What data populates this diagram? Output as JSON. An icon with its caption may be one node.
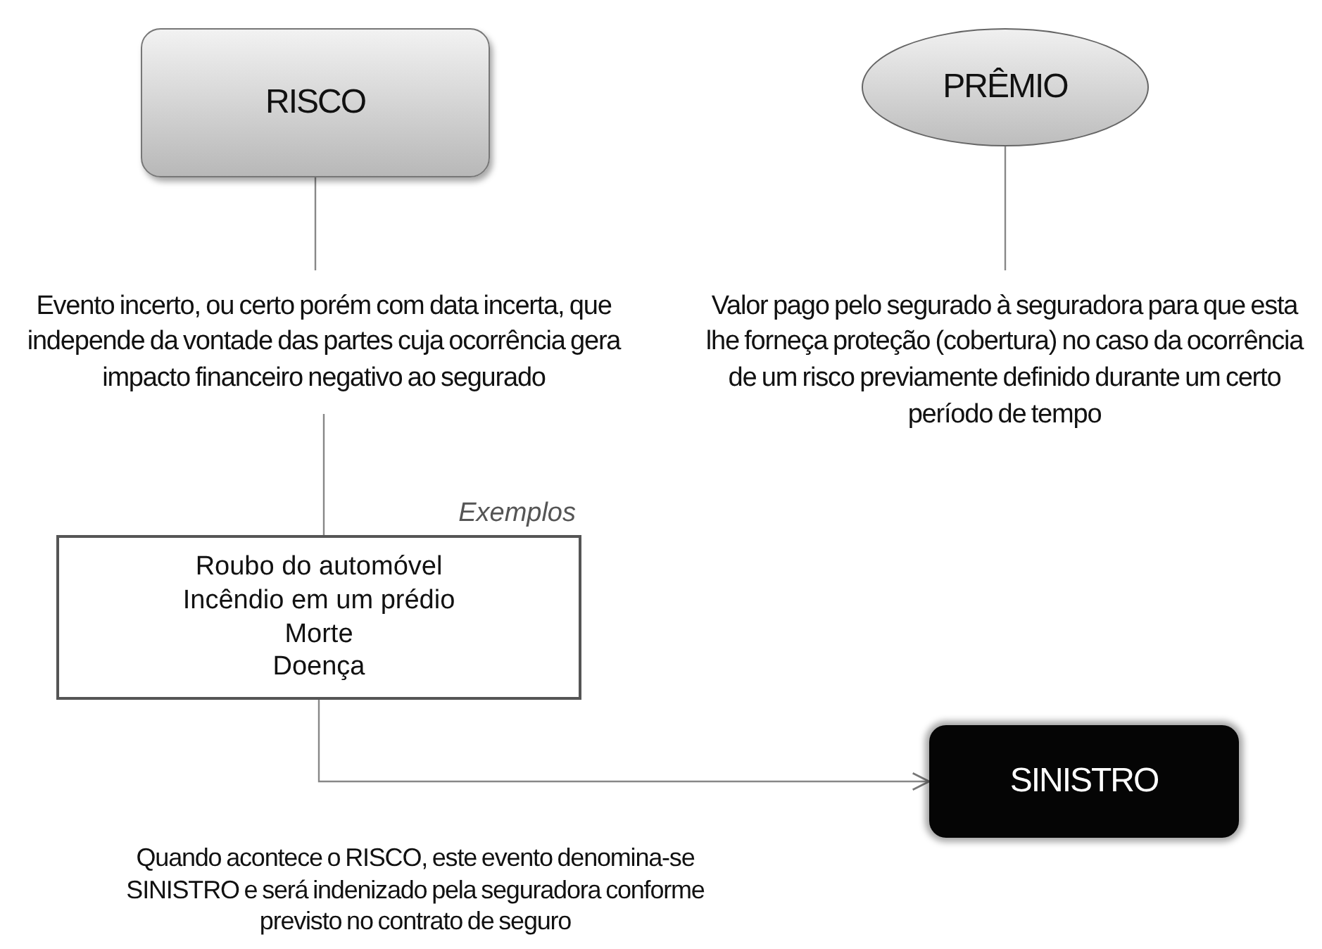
{
  "diagram": {
    "nodes": [
      {
        "text": [
          "RISCO"
        ]
      },
      {
        "text": [
          "PRÊMIO"
        ]
      },
      {
        "text": [
          "Evento incerto, ou certo porém com data incerta, que independe da vontade das partes cuja ocorrência gera impacto financeiro negativo ao segurado"
        ]
      },
      {
        "text": [
          "Valor pago pelo segurado à seguradora para que esta lhe forneça proteção (cobertura) no caso da ocorrência de um risco previamente definido durante um certo período de tempo"
        ]
      },
      {
        "text": [
          "Roubo do automóvel",
          "Incêndio em um prédio",
          "Morte",
          "Doença"
        ],
        "beside": [
          "Exemplos"
        ]
      },
      {
        "text": [
          "SINISTRO"
        ]
      }
    ],
    "edges": [
      {
        "from": 0,
        "to": 2,
        "arrow": "none"
      },
      {
        "from": 1,
        "to": 3,
        "arrow": "none"
      },
      {
        "from": 2,
        "to": 4,
        "arrow": "none"
      },
      {
        "from": 4,
        "to": 5,
        "arrow": "to",
        "label": "Quando acontece o RISCO, este evento denomina-se SINISTRO e será indenizado pela seguradora conforme previsto no contrato de seguro"
      }
    ]
  }
}
